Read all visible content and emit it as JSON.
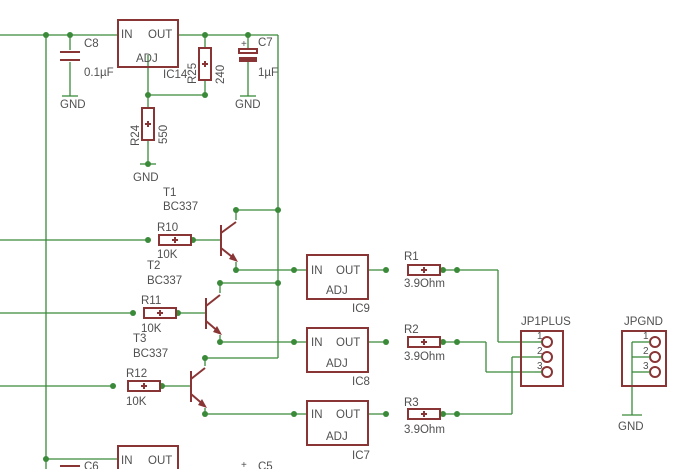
{
  "ic14": {
    "ref": "IC14",
    "in": "IN",
    "out": "OUT",
    "adj": "ADJ"
  },
  "ic_bottom": {
    "in": "IN",
    "out": "OUT"
  },
  "ic9": {
    "ref": "IC9",
    "in": "IN",
    "out": "OUT",
    "adj": "ADJ"
  },
  "ic8": {
    "ref": "IC8",
    "in": "IN",
    "out": "OUT",
    "adj": "ADJ"
  },
  "ic7": {
    "ref": "IC7",
    "in": "IN",
    "out": "OUT",
    "adj": "ADJ"
  },
  "c8": {
    "ref": "C8",
    "value": "0.1µF"
  },
  "c7": {
    "ref": "C7",
    "value": "1µF"
  },
  "c6": {
    "ref": "C6"
  },
  "c5": {
    "ref": "C5"
  },
  "r25": {
    "ref": "R25",
    "value": "240"
  },
  "r24": {
    "ref": "R24",
    "value": "550"
  },
  "t1": {
    "ref": "T1",
    "model": "BC337"
  },
  "t2": {
    "ref": "T2",
    "model": "BC337"
  },
  "t3": {
    "ref": "T3",
    "model": "BC337"
  },
  "r10": {
    "ref": "R10",
    "value": "10K"
  },
  "r11": {
    "ref": "R11",
    "value": "10K"
  },
  "r12": {
    "ref": "R12",
    "value": "10K"
  },
  "r1": {
    "ref": "R1",
    "value": "3.9Ohm"
  },
  "r2": {
    "ref": "R2",
    "value": "3.9Ohm"
  },
  "r3": {
    "ref": "R3",
    "value": "3.9Ohm"
  },
  "gnd": {
    "label": "GND"
  },
  "jp1plus": {
    "ref": "JP1PLUS",
    "pin1": "1",
    "pin2": "2",
    "pin3": "3"
  },
  "jpgnd": {
    "ref": "JPGND",
    "pin1": "1",
    "pin2": "2",
    "pin3": "3"
  }
}
